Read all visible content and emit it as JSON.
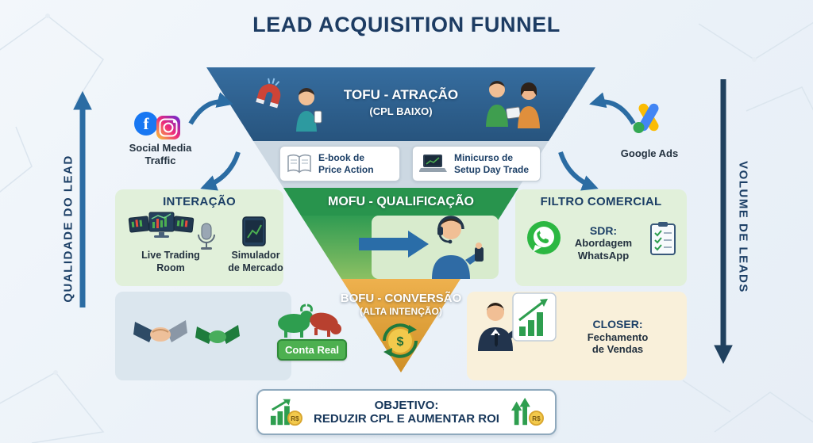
{
  "title": "LEAD ACQUISITION FUNNEL",
  "axes": {
    "left": "QUALIDADE DO LEAD",
    "right": "VOLUME DE LEADS"
  },
  "sources": {
    "social": {
      "line1": "Social Media",
      "line2": "Traffic"
    },
    "google": {
      "label": "Google Ads"
    }
  },
  "funnel": {
    "tofu": {
      "title": "TOFU - ATRAÇÃO",
      "subtitle": "(CPL BAIXO)"
    },
    "magnets": {
      "ebook": {
        "line1": "E-book de",
        "line2": "Price Action"
      },
      "minicurso": {
        "line1": "Minicurso de",
        "line2": "Setup Day Trade"
      }
    },
    "mofu": {
      "title": "MOFU - QUALIFICAÇÃO"
    },
    "bofu": {
      "title": "BOFU - CONVERSÃO",
      "subtitle": "(ALTA INTENÇÃO)"
    }
  },
  "interacao": {
    "title": "INTERAÇÃO",
    "live": {
      "line1": "Live Trading",
      "line2": "Room"
    },
    "simulador": {
      "line1": "Simulador",
      "line2": "de Mercado"
    }
  },
  "filtro": {
    "title": "FILTRO COMERCIAL",
    "sdr": {
      "line1": "SDR:",
      "line2": "Abordagem",
      "line3": "WhatsApp"
    }
  },
  "bottom": {
    "conta_real": "Conta Real",
    "closer": {
      "line1": "CLOSER:",
      "line2": "Fechamento",
      "line3": "de Vendas"
    }
  },
  "objective": {
    "line1": "OBJETIVO:",
    "line2": "REDUZIR CPL E AUMENTAR ROI"
  },
  "glyphs": {
    "facebook": "f",
    "currency": "R$",
    "dollar": "$"
  },
  "colors": {
    "tofu_blue": "#2e6398",
    "mofu_green": "#2e9b52",
    "bofu_orange": "#e5a33b",
    "accent_blue": "#2b6ca3",
    "navy": "#1c3f66",
    "whatsapp_green": "#2cb742"
  }
}
